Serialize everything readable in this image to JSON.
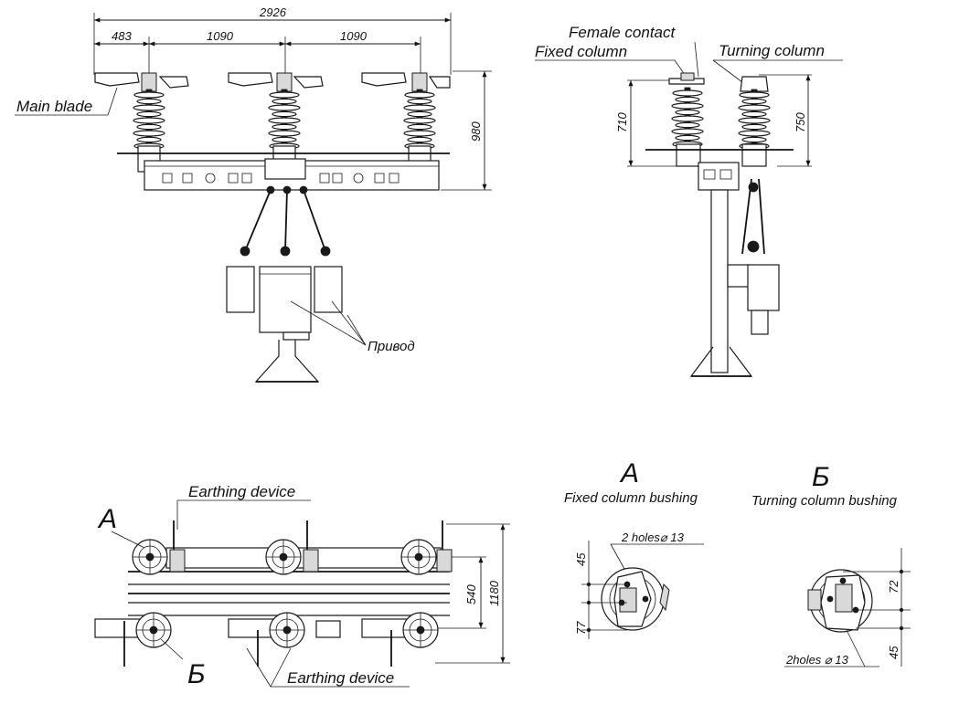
{
  "dimensions": {
    "total_width": "2926",
    "span_left": "483",
    "span_mid": "1090",
    "span_right": "1090",
    "height_980": "980",
    "height_710": "710",
    "height_750": "750",
    "plan_540": "540",
    "plan_1180": "1180",
    "a_45": "45",
    "a_77": "77",
    "b_72": "72",
    "b_45": "45"
  },
  "labels": {
    "main_blade": "Main blade",
    "drive": "Привод",
    "female_contact": "Female contact",
    "fixed_column": "Fixed column",
    "turning_column": "Turning column",
    "earthing_device_top": "Earthing device",
    "earthing_device_bottom": "Earthing device",
    "mark_a": "A",
    "mark_b": "Б"
  },
  "details": {
    "a_letter": "A",
    "a_title": "Fixed column bushing",
    "a_holes": "2 holes⌀ 13",
    "b_letter": "Б",
    "b_title": "Turning column bushing",
    "b_holes": "2holes ⌀ 13"
  }
}
